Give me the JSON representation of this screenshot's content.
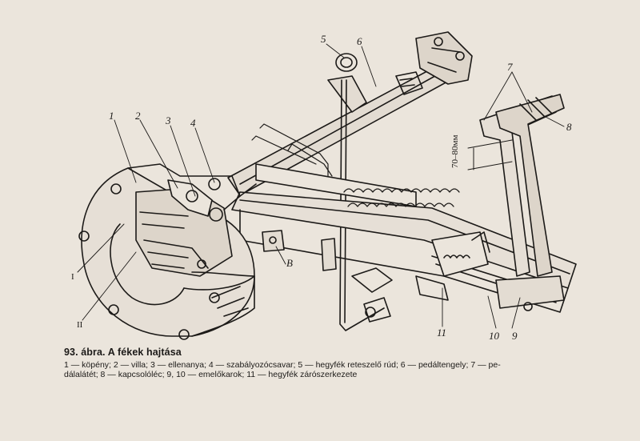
{
  "figure": {
    "title": "93. ábra. A fékek hajtása",
    "legend_text": "1 — köpény; 2 — villa; 3 — ellenanya; 4 — szabályozócsavar; 5 — hegyfék reteszelő rúd; 6 — pedáltengely; 7 — pedálalátét; 8 — kapcsolóléc; 9, 10 — emelőkarok; 11 — hegyfék zárószerkezete",
    "legend_lines": [
      "1 — köpény; 2 — villa; 3 — ellenanya; 4 — szabályozócsavar; 5 — hegyfék reteszelő rúd; 6 — pedáltengely; 7 — pe-",
      "dálalátét; 8 — kapcsolóléc; 9, 10 — emelőkarok; 11 — hegyfék zárószerkezete"
    ]
  },
  "callouts": {
    "n1": "1",
    "n2": "2",
    "n3": "3",
    "n4": "4",
    "n5": "5",
    "n6": "6",
    "n7": "7",
    "n8": "8",
    "n9": "9",
    "n10": "10",
    "n11": "11",
    "B": "B",
    "I": "I",
    "II": "II"
  },
  "dimension": "70–80мм",
  "colors": {
    "paper": "#ebe5dc",
    "ink": "#1c1a18"
  }
}
